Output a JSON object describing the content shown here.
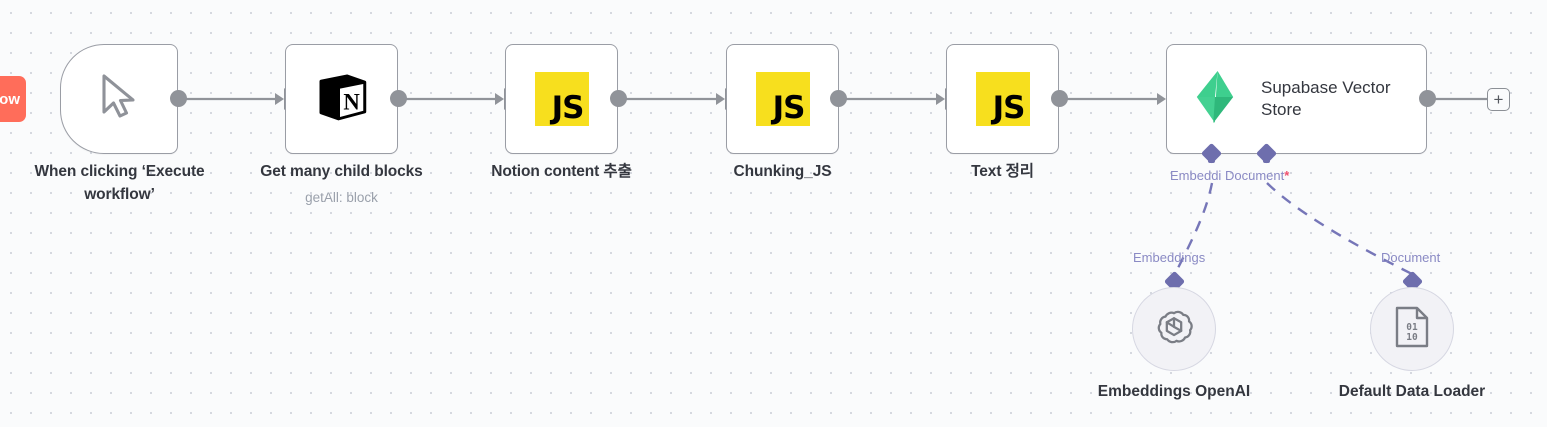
{
  "app": {
    "name": "n8n-workflow-canvas",
    "background": "#fafbfc",
    "accent": "#ff6d5a"
  },
  "execute_button": {
    "label": "ow"
  },
  "add_node_button": {
    "label": "+"
  },
  "nodes": [
    {
      "id": "trigger",
      "name": "When clicking ‘Execute workflow’",
      "label": "When clicking ‘Execute\nworkflow’",
      "sublabel": "",
      "icon": "cursor-pointer-icon",
      "type": "trigger"
    },
    {
      "id": "notion",
      "name": "Get many child blocks",
      "label": "Get many child blocks",
      "sublabel": "getAll: block",
      "icon": "notion-icon",
      "type": "action"
    },
    {
      "id": "code1",
      "name": "Notion content 추출",
      "label": "Notion content 추출",
      "sublabel": "",
      "icon": "javascript-icon",
      "icon_text": "JS",
      "type": "code"
    },
    {
      "id": "code2",
      "name": "Chunking_JS",
      "label": "Chunking_JS",
      "sublabel": "",
      "icon": "javascript-icon",
      "icon_text": "JS",
      "type": "code"
    },
    {
      "id": "code3",
      "name": "Text 정리",
      "label": "Text 정리",
      "sublabel": "",
      "icon": "javascript-icon",
      "icon_text": "JS",
      "type": "code"
    },
    {
      "id": "supabase",
      "name": "Supabase Vector Store",
      "label": "",
      "title": "Supabase Vector\nStore",
      "sublabel": "",
      "icon": "supabase-icon",
      "icon_color": "#3ecf8e",
      "type": "vector-store"
    }
  ],
  "sub_connectors": [
    {
      "id": "embeddings-port",
      "label": "Embeddi",
      "required": false,
      "required_mark": ""
    },
    {
      "id": "document-port",
      "label": "Document",
      "required": true,
      "required_mark": "*"
    }
  ],
  "sub_nodes": [
    {
      "id": "embeddings-openai",
      "name": "Embeddings OpenAI",
      "label": "Embeddings OpenAI",
      "connector_label": "Embeddings",
      "icon": "openai-icon"
    },
    {
      "id": "default-data-loader",
      "name": "Default Data Loader",
      "label": "Default Data Loader",
      "connector_label": "Document",
      "icon": "binary-document-icon"
    }
  ]
}
